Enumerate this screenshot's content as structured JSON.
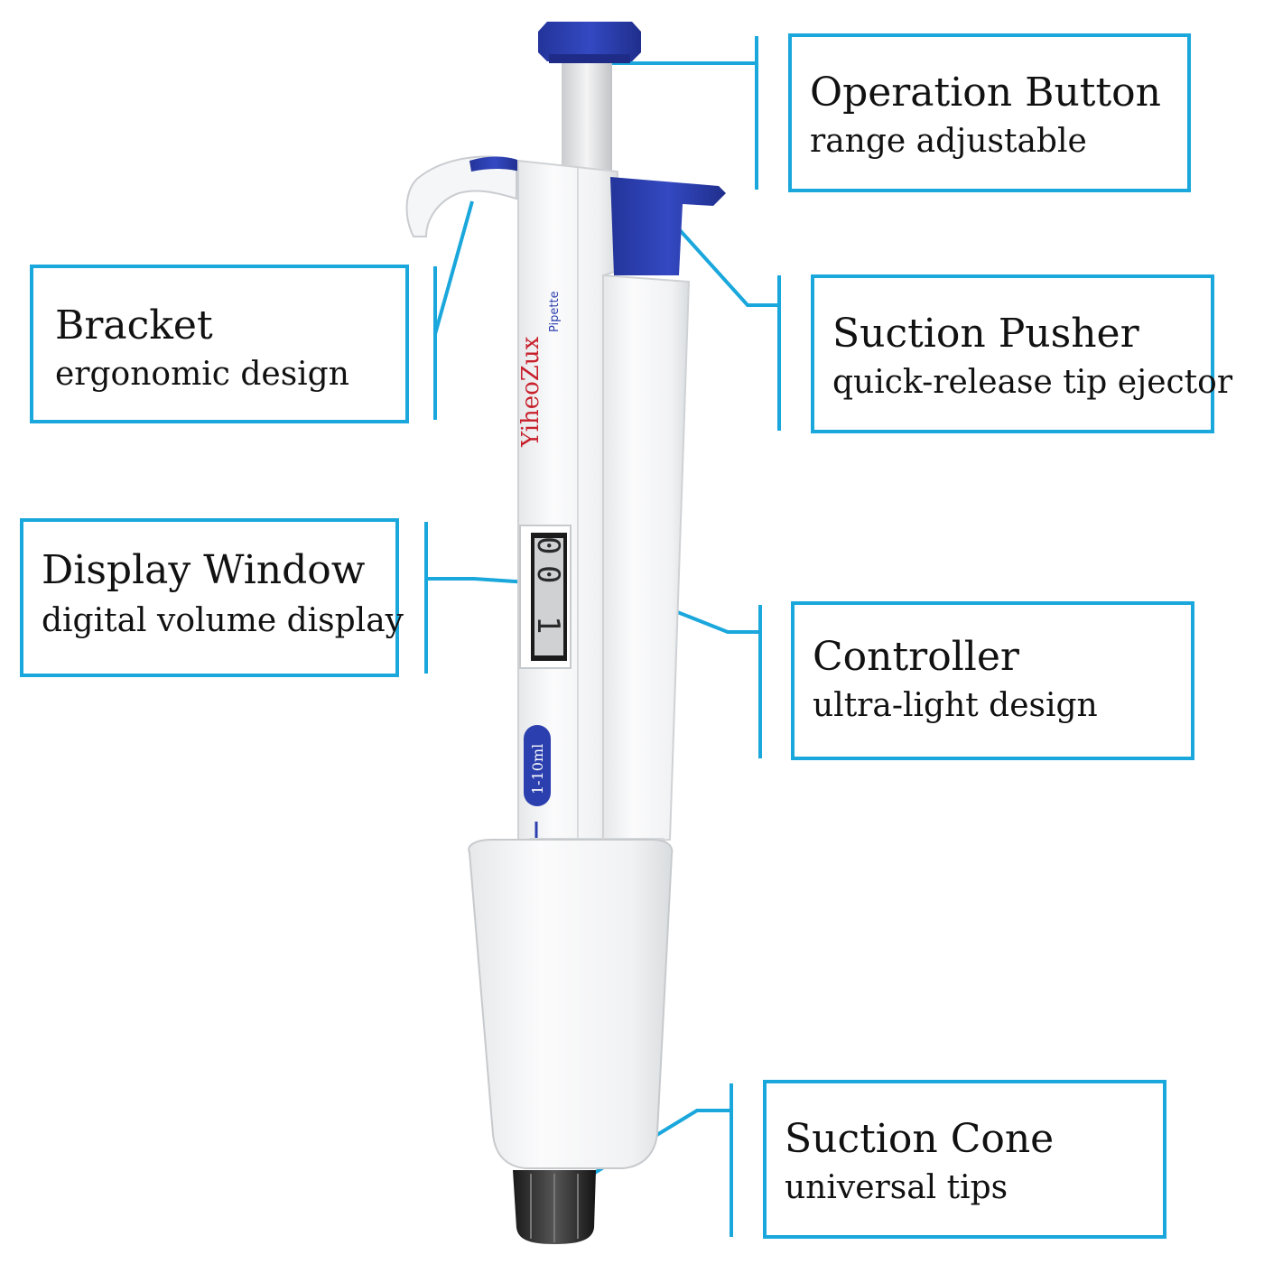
{
  "colors": {
    "accent": "#1aa7dc",
    "pipette_blue": "#2b3fae",
    "brand_red": "#c8202c"
  },
  "pipette": {
    "brand": "YiheoZux",
    "model": "Pipette",
    "range_badge": "1-10ml",
    "display_digits": [
      "1",
      "0",
      "0"
    ]
  },
  "callouts": {
    "operation": {
      "title": "Operation Button",
      "subtitle": "range adjustable"
    },
    "bracket": {
      "title": "Bracket",
      "subtitle": "ergonomic design"
    },
    "pusher": {
      "title": "Suction Pusher",
      "subtitle": "quick-release tip ejector"
    },
    "display": {
      "title": "Display Window",
      "subtitle": "digital volume display"
    },
    "controller": {
      "title": "Controller",
      "subtitle": "ultra-light design"
    },
    "cone": {
      "title": "Suction Cone",
      "subtitle": "universal tips"
    }
  }
}
